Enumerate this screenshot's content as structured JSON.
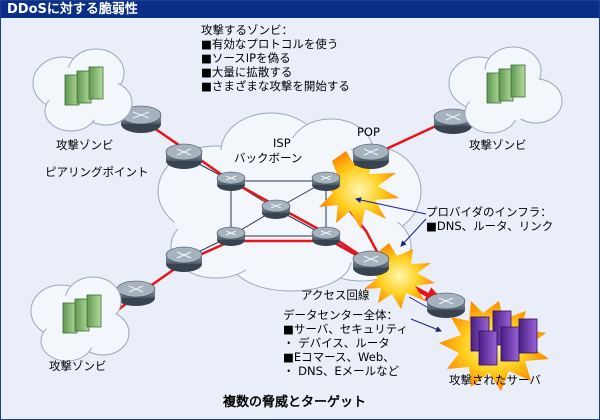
{
  "title": "DDoSに対する脆弱性",
  "attacking_zombies": {
    "heading": "攻撃するゾンビ：",
    "items": [
      "■有効なプロトコルを使う",
      "■ソースIPを偽る",
      "■大量に拡散する",
      "■さまざまな攻撃を開始する"
    ]
  },
  "labels": {
    "zombie_top_left": "攻撃ゾンビ",
    "zombie_top_right": "攻撃ゾンビ",
    "zombie_bottom_left": "攻撃ゾンビ",
    "peering_point": "ピアリングポイント",
    "isp_backbone_line1": "ISP",
    "isp_backbone_line2": "バックボーン",
    "pop": "POP",
    "access_line": "アクセス回線",
    "attacked_server": "攻撃されたサーバ",
    "caption": "複数の脅威とターゲット"
  },
  "provider_infra": {
    "heading": "プロバイダのインフラ：",
    "items": [
      "■DNS、ルータ、リンク"
    ]
  },
  "datacenter": {
    "heading": "データセンター全体：",
    "items": [
      "■サーバ、セキュリティ",
      "・ デバイス、ルータ",
      "■Eコマース、Web、",
      "・ DNS、Eメールなど"
    ]
  },
  "colors": {
    "title_bg": "#0b2f86",
    "background": "#e9eef8",
    "cloud": "#f3f6fb",
    "attack_line": "#e8141a",
    "zombie_server": "#8fc07a",
    "attacked_server": "#7b3fbd",
    "burst": "#ffa800"
  }
}
